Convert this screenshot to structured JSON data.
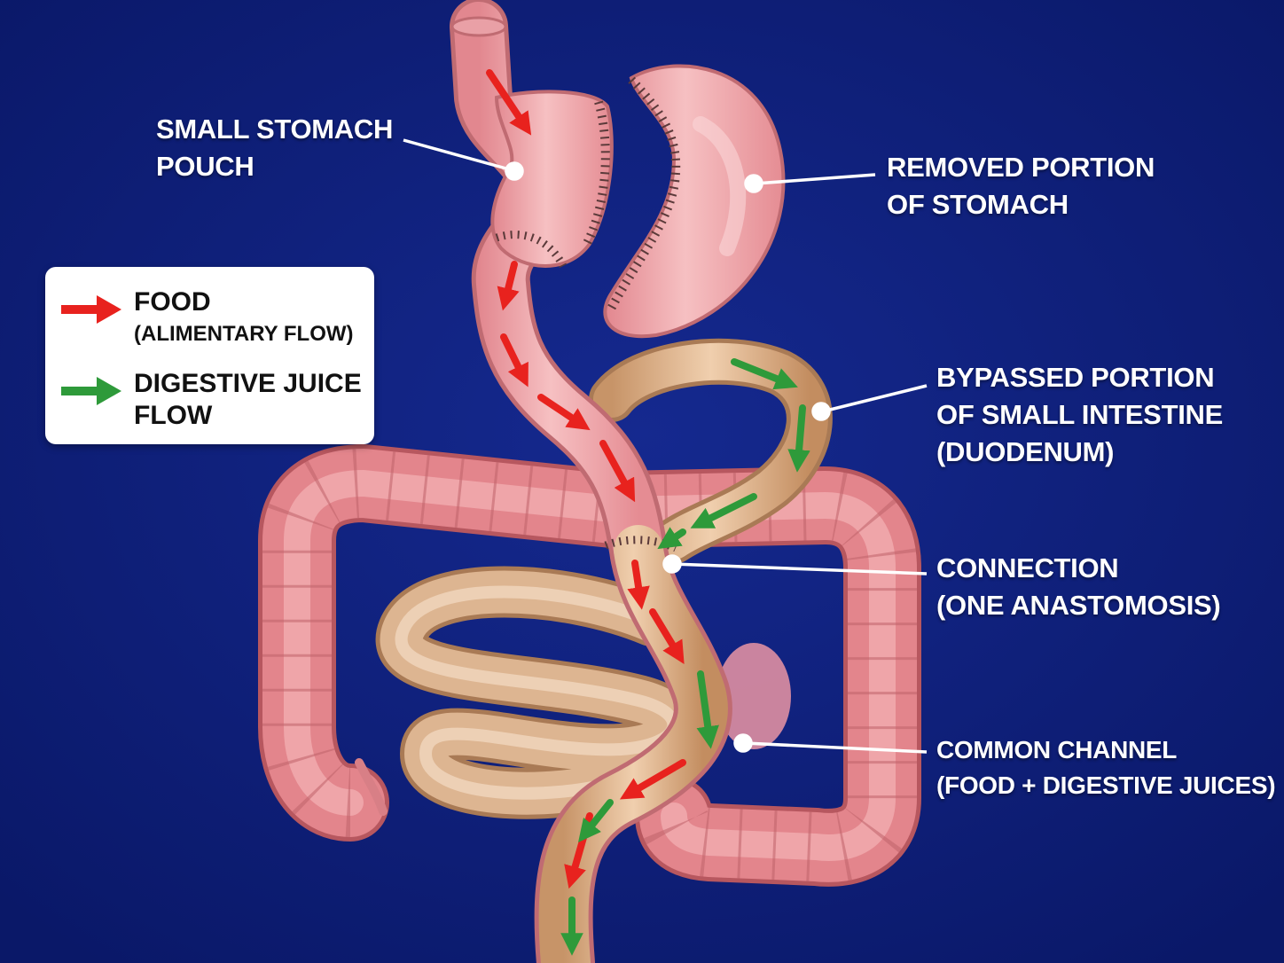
{
  "colors": {
    "background": "#0d1e7a",
    "food_arrow": "#e8221e",
    "digestive_arrow": "#2e9a3a",
    "stomach_tissue": "#f0a5a8",
    "colon_tissue": "#e3858c",
    "small_intestine_tissue": "#d7aa84",
    "staple_line": "#5b3a3a",
    "leader_line": "#ffffff"
  },
  "legend": {
    "food": {
      "label": "FOOD",
      "sublabel": "(ALIMENTARY FLOW)",
      "icon": "red-arrow-icon"
    },
    "digestive": {
      "label_line1": "DIGESTIVE JUICE",
      "label_line2": "FLOW",
      "icon": "green-arrow-icon"
    }
  },
  "callouts": {
    "pouch": {
      "line1": "SMALL STOMACH",
      "line2": "POUCH"
    },
    "removed": {
      "line1": "REMOVED PORTION",
      "line2": "OF STOMACH"
    },
    "bypassed": {
      "line1": "BYPASSED PORTION",
      "line2": "OF SMALL INTESTINE",
      "line3": "(DUODENUM)"
    },
    "connection": {
      "line1": "CONNECTION",
      "line2": "(ONE ANASTOMOSIS)"
    },
    "common": {
      "line1": "COMMON CHANNEL",
      "line2": "(FOOD + DIGESTIVE JUICES)"
    }
  }
}
